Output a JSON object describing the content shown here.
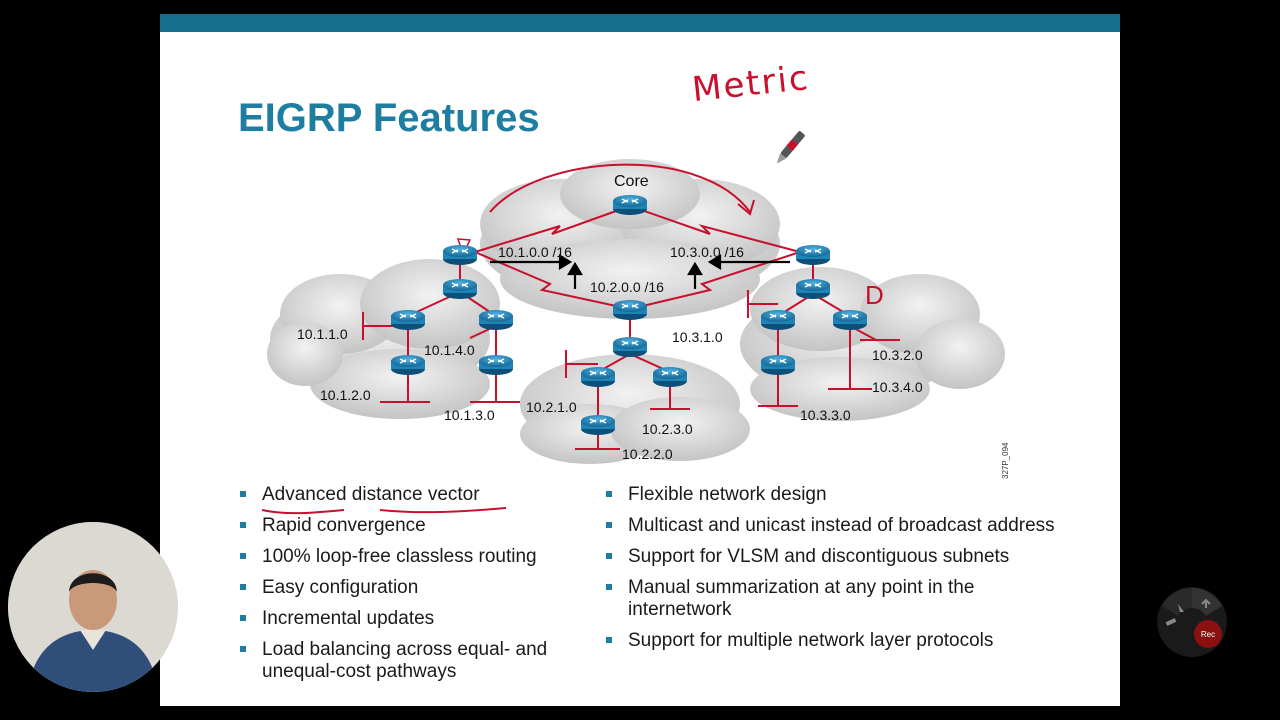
{
  "slide": {
    "title": "EIGRP Features",
    "annotation": "Metric",
    "annotation_d": "D"
  },
  "diagram": {
    "core_label": "Core",
    "links": [
      "10.1.0.0 /16",
      "10.2.0.0 /16",
      "10.3.0.0 /16"
    ],
    "subnets": {
      "s1_1": "10.1.1.0",
      "s1_2": "10.1.2.0",
      "s1_3": "10.1.3.0",
      "s1_4": "10.1.4.0",
      "s2_1": "10.2.1.0",
      "s2_2": "10.2.2.0",
      "s2_3": "10.2.3.0",
      "s3_1": "10.3.1.0",
      "s3_2": "10.3.2.0",
      "s3_3": "10.3.3.0",
      "s3_4": "10.3.4.0"
    },
    "figure_id": "327P_094"
  },
  "features_left": [
    "Advanced distance vector",
    "Rapid convergence",
    "100% loop-free classless routing",
    "Easy configuration",
    "Incremental updates",
    "Load balancing across equal- and unequal-cost pathways"
  ],
  "features_right": [
    "Flexible network design",
    "Multicast and unicast instead of broadcast address",
    "Support for VLSM and discontiguous subnets",
    "Manual summarization at any point in the internetwork",
    "Support for multiple network layer protocols"
  ],
  "recorder": {
    "label": "Rec"
  },
  "colors": {
    "accent": "#1e7ea1",
    "topbar": "#176d8c",
    "ink": "#c8102e",
    "router": "#1d84b5"
  }
}
